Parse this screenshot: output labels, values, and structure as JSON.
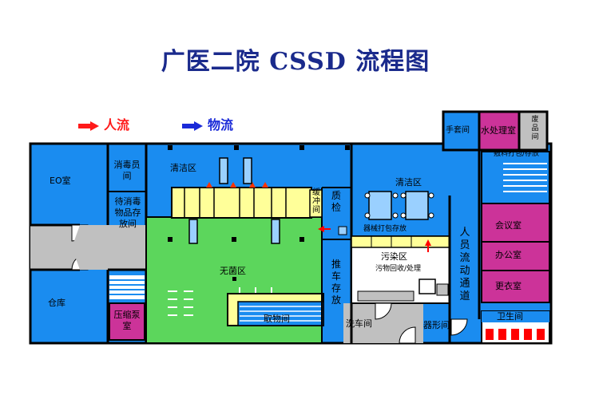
{
  "title": "广医二院 CSSD 流程图",
  "legend": {
    "people_flow": "人流",
    "goods_flow": "物流",
    "people_color": "#ff1a1a",
    "goods_color": "#1a2ad8"
  },
  "colors": {
    "blue": "#1a8cf0",
    "green": "#5cd65c",
    "yellow": "#ffff99",
    "magenta": "#cc3399",
    "gray": "#c0c0c0",
    "wall": "#000000",
    "accent_red": "#ff0000"
  },
  "rooms": {
    "eo": "EO室",
    "disinfect_staff": "消毒员间",
    "pending_disinfect": "待消毒物品存放间",
    "warehouse": "仓库",
    "compressor": "压缩泵室",
    "clean_left": "清洁区",
    "buffer": "缓冲间",
    "qc": "质检",
    "sterile": "无菌区",
    "pickup": "取物间",
    "cart_storage": "推车存放",
    "clean_right": "清洁区",
    "pack_storage": "器械打包存放",
    "contaminated": "污染区",
    "receive_process": "污物回收/处理",
    "wash_cart": "洗车间",
    "repair": "器形间",
    "staff_corridor": "人员流动通道",
    "changing_room": "手套间",
    "water_room": "水处理室",
    "waste_room": "废品间",
    "cloth_pack": "敷料打包/存放",
    "meeting": "会议室",
    "office": "办公室",
    "locker": "更衣室",
    "restroom": "卫生间"
  }
}
